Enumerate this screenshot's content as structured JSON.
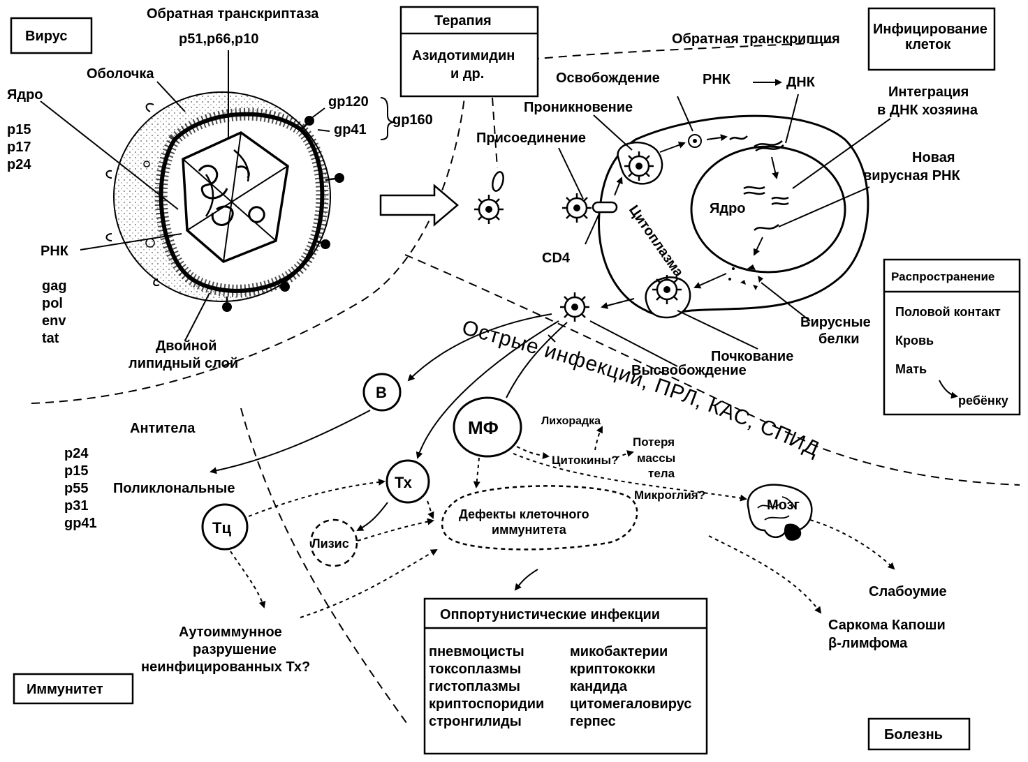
{
  "labels": {
    "virus": "Вирус",
    "reverse_transcriptase": "Обратная транскриптаза",
    "rt_proteins": "p51,p66,p10",
    "envelope": "Оболочка",
    "nucleus_core": "Ядро",
    "p15": "p15",
    "p17": "p17",
    "p24": "p24",
    "gp120": "gp120",
    "gp41": "gp41",
    "gp160": "gp160",
    "rna": "РНК",
    "gag": "gag",
    "pol": "pol",
    "env": "env",
    "tat": "tat",
    "lipid_1": "Двойной",
    "lipid_2": "липидный слой",
    "reverse_transcription": "Обратная транскрипция",
    "cell_infection_1": "Инфицирование",
    "cell_infection_2": "клеток",
    "release": "Освобождение",
    "penetration": "Проникновение",
    "attachment": "Присоединение",
    "cell_rna": "РНК",
    "dna": "ДНК",
    "integration_1": "Интеграция",
    "integration_2": "в ДНК хозяина",
    "new_rna_1": "Новая",
    "new_rna_2": "вирусная РНК",
    "cell_nucleus": "Ядро",
    "cytoplasm": "Цитоплазма",
    "cd4": "CD4",
    "viral_proteins_1": "Вирусные",
    "viral_proteins_2": "белки",
    "budding": "Почкование",
    "liberation": "Высвобождение",
    "acute_infection": "Острые инфекции, ПРЛ, КАС, СПИД",
    "antibodies": "Антитела",
    "ab_p24": "p24",
    "ab_p15": "p15",
    "ab_p55": "p55",
    "ab_p31": "p31",
    "ab_gp41": "gp41",
    "polyclonal": "Поликлональные",
    "b_cell": "B",
    "mf": "МФ",
    "th": "Тх",
    "tc": "Тц",
    "lysis": "Лизис",
    "fever": "Лихорадка",
    "cytokines": "Цитокины?",
    "weight_1": "Потеря",
    "weight_2": "массы",
    "weight_3": "тела",
    "microglia": "Микроглия?",
    "brain": "Мозг",
    "defects_1": "Дефекты клеточного",
    "defects_2": "иммунитета",
    "autoimmune_1": "Аутоиммунное",
    "autoimmune_2": "разрушение",
    "autoimmune_3": "неинфицированных Тх?",
    "dementia": "Слабоумие",
    "kaposi": "Саркома Капоши",
    "lymphoma": "β-лимфома",
    "immunity": "Иммунитет",
    "disease": "Болезнь"
  },
  "therapy": {
    "title": "Терапия",
    "line1": "Азидотимидин",
    "line2": "и др."
  },
  "spread": {
    "title": "Распространение",
    "item1": "Половой контакт",
    "item2": "Кровь",
    "item3": "Мать",
    "item4": "ребёнку"
  },
  "opportunistic": {
    "title": "Оппортунистические инфекции",
    "left": [
      "пневмоцисты",
      "токсоплазмы",
      "гистоплазмы",
      "криптоспоридии",
      "стронгилиды"
    ],
    "right": [
      "микобактерии",
      "криптококки",
      "кандида",
      "цитомегаловирус",
      "герпес"
    ]
  }
}
